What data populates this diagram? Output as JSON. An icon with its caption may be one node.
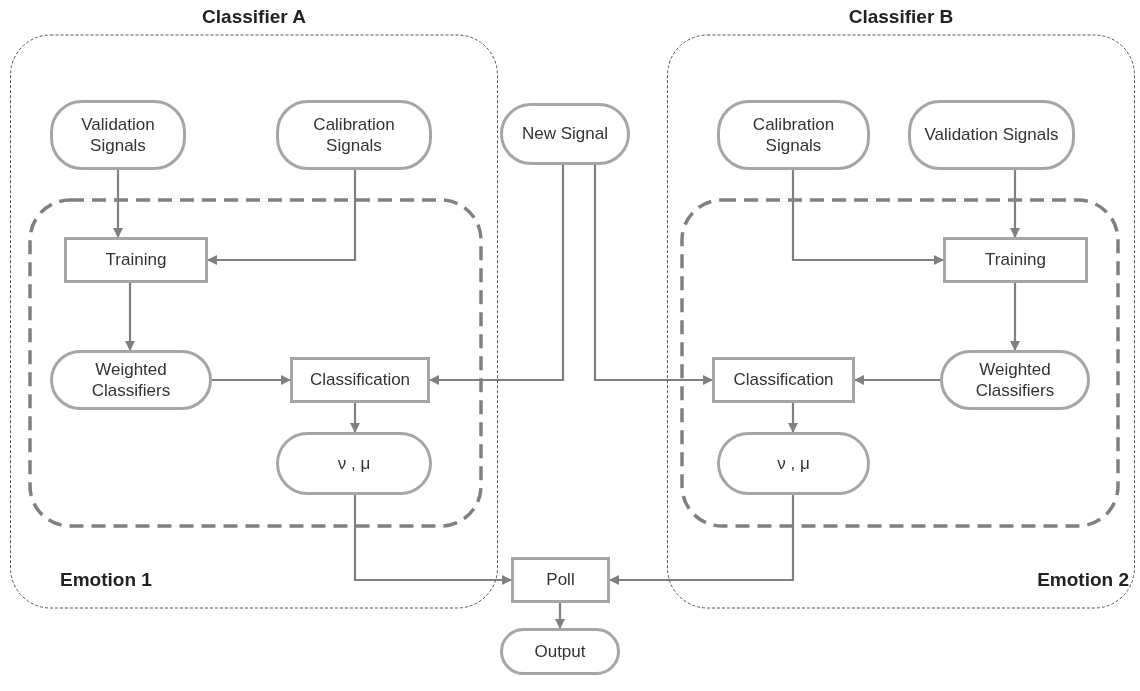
{
  "diagram": {
    "nodes": [
      {
        "text": [
          "Classifier A",
          "Emotion 1"
        ]
      },
      {
        "text": [],
        "shape": "box",
        "in": 0
      },
      {
        "text": [
          "Validation Signals"
        ],
        "in": 0
      },
      {
        "text": [
          "Calibration Signals"
        ],
        "in": 0
      },
      {
        "text": [
          "Training"
        ],
        "in": 1
      },
      {
        "text": [
          "Weighted Classifiers"
        ],
        "in": 1
      },
      {
        "text": [
          "Classification"
        ],
        "in": 1
      },
      {
        "text": [
          "ν , μ"
        ],
        "in": 1
      },
      {
        "text": [
          "New Signal"
        ]
      },
      {
        "text": [
          "Classifier B",
          "Emotion 2"
        ]
      },
      {
        "text": [],
        "shape": "box",
        "in": 9
      },
      {
        "text": [
          "Calibration Signals"
        ],
        "in": 9
      },
      {
        "text": [
          "Validation Signals"
        ],
        "in": 9
      },
      {
        "text": [
          "Training"
        ],
        "in": 10
      },
      {
        "text": [
          "Weighted Classifiers"
        ],
        "in": 10
      },
      {
        "text": [
          "Classification"
        ],
        "in": 10
      },
      {
        "text": [
          "ν , μ"
        ],
        "in": 10
      },
      {
        "text": [
          "Poll"
        ]
      },
      {
        "text": [
          "Output"
        ]
      }
    ],
    "edges": [
      {
        "from": 2,
        "to": 4,
        "arrow": "to"
      },
      {
        "from": 3,
        "to": 4,
        "arrow": "to"
      },
      {
        "from": 4,
        "to": 5,
        "arrow": "to"
      },
      {
        "from": 5,
        "to": 6,
        "arrow": "to"
      },
      {
        "from": 8,
        "to": 6,
        "arrow": "to"
      },
      {
        "from": 8,
        "to": 15,
        "arrow": "to"
      },
      {
        "from": 6,
        "to": 7,
        "arrow": "to"
      },
      {
        "from": 7,
        "to": 17,
        "arrow": "to"
      },
      {
        "from": 11,
        "to": 13,
        "arrow": "to"
      },
      {
        "from": 12,
        "to": 13,
        "arrow": "to"
      },
      {
        "from": 13,
        "to": 14,
        "arrow": "to"
      },
      {
        "from": 14,
        "to": 15,
        "arrow": "to"
      },
      {
        "from": 15,
        "to": 16,
        "arrow": "to"
      },
      {
        "from": 16,
        "to": 17,
        "arrow": "to"
      },
      {
        "from": 17,
        "to": 18,
        "arrow": "to"
      }
    ]
  }
}
